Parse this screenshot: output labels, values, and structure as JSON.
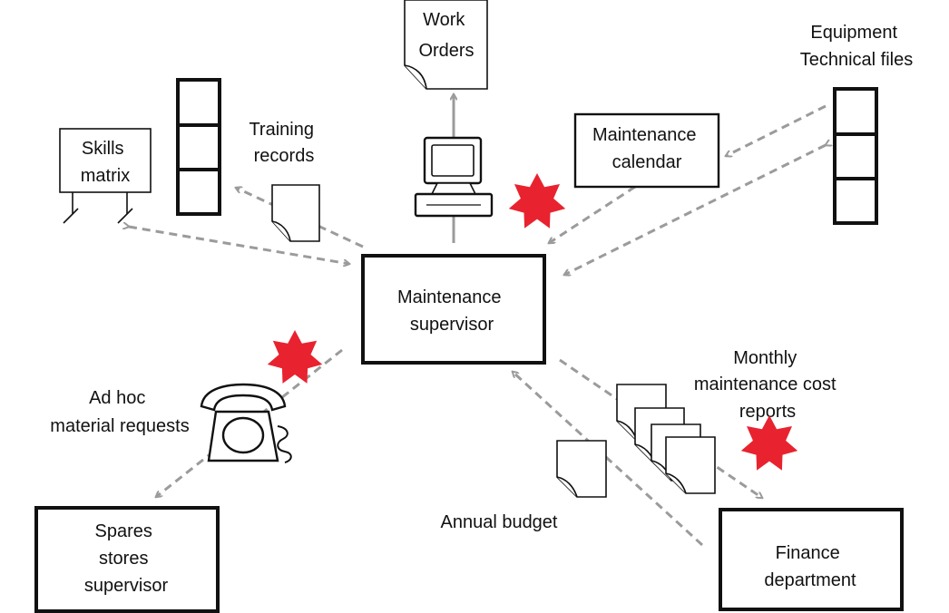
{
  "colors": {
    "arrow": "#9b9b9b",
    "highlight": "#e8232f",
    "ink": "#111111"
  },
  "nodes": {
    "supervisor": {
      "lines": [
        "Maintenance",
        "supervisor"
      ]
    },
    "spares": {
      "lines": [
        "Spares",
        "stores",
        "supervisor"
      ]
    },
    "finance": {
      "lines": [
        "Finance",
        "department"
      ]
    },
    "calendar": {
      "lines": [
        "Maintenance",
        "calendar"
      ]
    },
    "skills": {
      "lines": [
        "Skills",
        "matrix"
      ]
    }
  },
  "labels": {
    "work_orders": [
      "Work",
      "Orders"
    ],
    "equipment_files": [
      "Equipment",
      "Technical files"
    ],
    "training_records": [
      "Training",
      "records"
    ],
    "ad_hoc": [
      "Ad hoc",
      "material requests"
    ],
    "monthly_reports": [
      "Monthly",
      "maintenance cost",
      "reports"
    ],
    "annual_budget": [
      "Annual budget"
    ]
  },
  "icons": {
    "computer": "computer-terminal-icon",
    "telephone": "telephone-icon",
    "document": "document-icon",
    "filing_cabinet": "filing-cabinet-icon",
    "starburst": "starburst-icon"
  }
}
